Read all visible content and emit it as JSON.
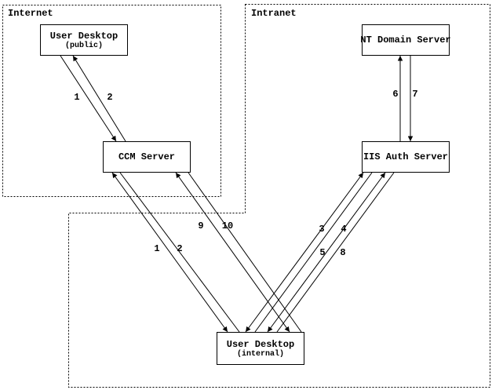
{
  "zones": {
    "internet_label": "Internet",
    "intranet_label": "Intranet"
  },
  "nodes": {
    "user_desktop_public": {
      "title": "User Desktop",
      "subtitle": "(public)"
    },
    "ccm_server": {
      "title": "CCM Server"
    },
    "nt_domain_server": {
      "title": "NT Domain Server"
    },
    "iis_auth_server": {
      "title": "IIS Auth Server"
    },
    "user_desktop_internal": {
      "title": "User Desktop",
      "subtitle": "(internal)"
    }
  },
  "flows": [
    {
      "step": "1",
      "from": "user_desktop_public",
      "to": "ccm_server"
    },
    {
      "step": "2",
      "from": "ccm_server",
      "to": "user_desktop_public"
    },
    {
      "step": "1",
      "from": "user_desktop_internal",
      "to": "ccm_server"
    },
    {
      "step": "2",
      "from": "ccm_server",
      "to": "user_desktop_internal"
    },
    {
      "step": "3",
      "from": "user_desktop_internal",
      "to": "iis_auth_server"
    },
    {
      "step": "4",
      "from": "iis_auth_server",
      "to": "user_desktop_internal"
    },
    {
      "step": "5",
      "from": "user_desktop_internal",
      "to": "iis_auth_server"
    },
    {
      "step": "6",
      "from": "iis_auth_server",
      "to": "nt_domain_server"
    },
    {
      "step": "7",
      "from": "nt_domain_server",
      "to": "iis_auth_server"
    },
    {
      "step": "8",
      "from": "iis_auth_server",
      "to": "user_desktop_internal"
    },
    {
      "step": "9",
      "from": "user_desktop_internal",
      "to": "ccm_server"
    },
    {
      "step": "10",
      "from": "ccm_server",
      "to": "user_desktop_internal"
    }
  ]
}
